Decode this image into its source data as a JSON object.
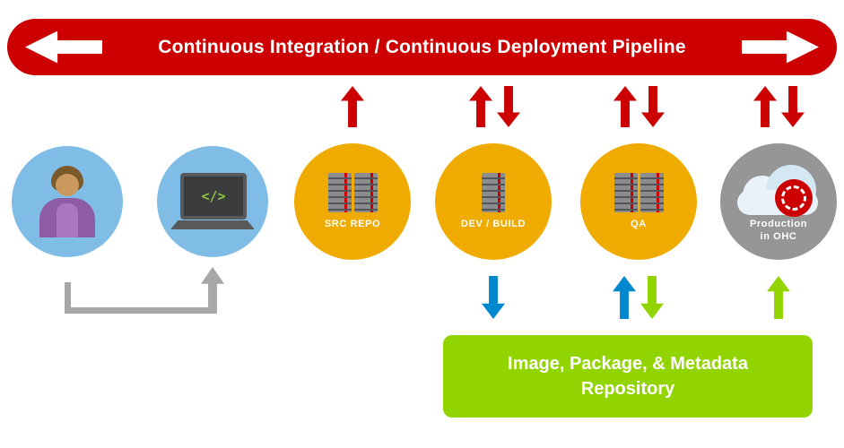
{
  "banner": {
    "title": "Continuous Integration / Continuous Deployment Pipeline"
  },
  "nodes": {
    "workstation": {
      "screen_text": "</>"
    },
    "src_repo": {
      "label": "SRC REPO"
    },
    "dev_build": {
      "label": "DEV / BUILD"
    },
    "qa": {
      "label": "QA"
    },
    "production": {
      "line1": "Production",
      "line2": "in OHC"
    }
  },
  "repository": {
    "line1": "Image, Package, & Metadata",
    "line2": "Repository"
  },
  "colors": {
    "pipeline_red": "#CC0000",
    "node_gold": "#F0AB00",
    "node_blue": "#7FBDE6",
    "node_gray": "#969696",
    "arrow_blue": "#0088CE",
    "arrow_green": "#92D400",
    "repository_green": "#92D400",
    "connector_gray": "#A7A7A7"
  }
}
